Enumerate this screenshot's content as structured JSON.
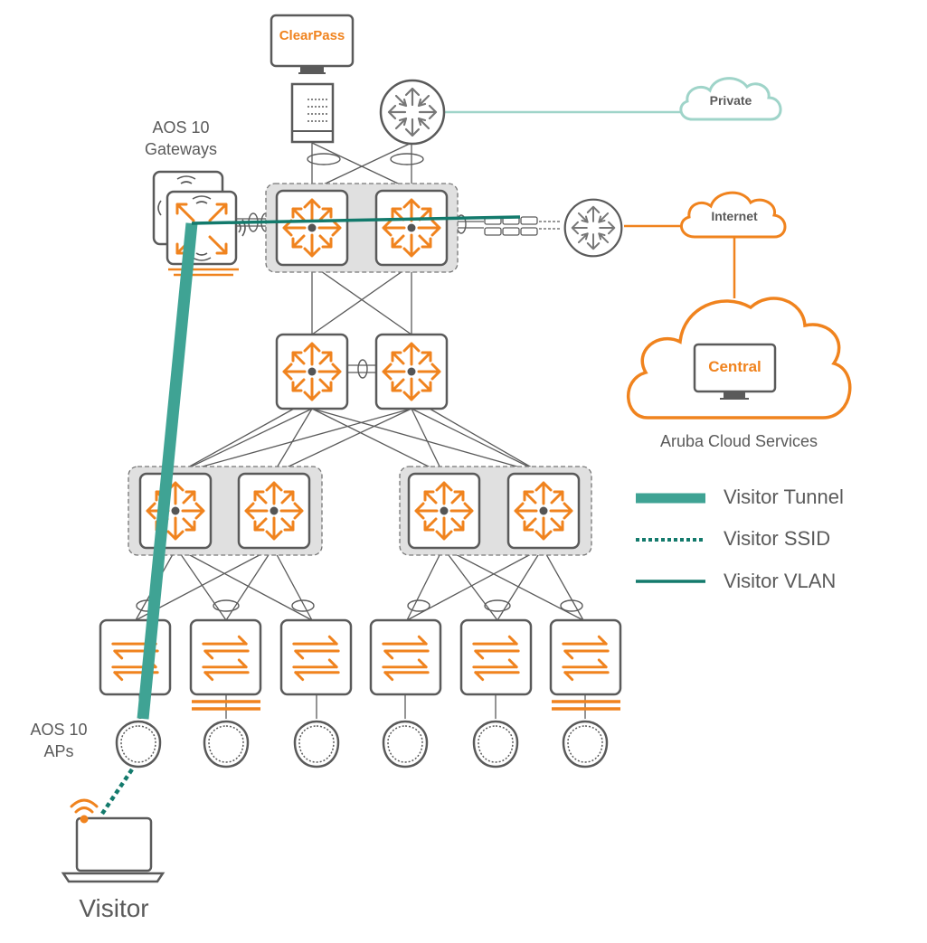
{
  "labels": {
    "gateways_line1": "AOS 10",
    "gateways_line2": "Gateways",
    "aps_line1": "AOS 10",
    "aps_line2": "APs",
    "visitor": "Visitor",
    "clearpass": "ClearPass",
    "private": "Private",
    "internet": "Internet",
    "central": "Central",
    "cloud_services": "Aruba Cloud Services"
  },
  "legend": {
    "tunnel": "Visitor Tunnel",
    "ssid": "Visitor SSID",
    "vlan": "Visitor VLAN"
  },
  "colors": {
    "orange": "#f0831e",
    "teal": "#3fa394",
    "teal_dark": "#137a6c",
    "mint": "#9fd4c9",
    "gray": "#5a5a5a",
    "cluster_fill": "#e0e0e0"
  },
  "icons": [
    "router-icon",
    "l3-switch-icon",
    "access-switch-icon",
    "access-point-icon",
    "gateway-icon",
    "monitor-icon",
    "server-icon",
    "cloud-icon",
    "laptop-icon",
    "wifi-icon",
    "firewall-icon"
  ]
}
